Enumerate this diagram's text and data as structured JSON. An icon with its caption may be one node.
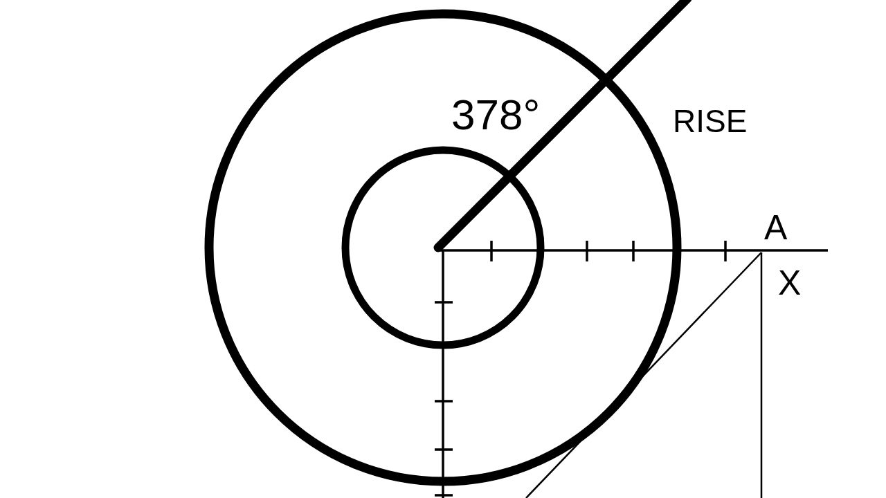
{
  "diagram": {
    "labels": [
      "378°",
      "RISE",
      "A",
      "X"
    ]
  }
}
